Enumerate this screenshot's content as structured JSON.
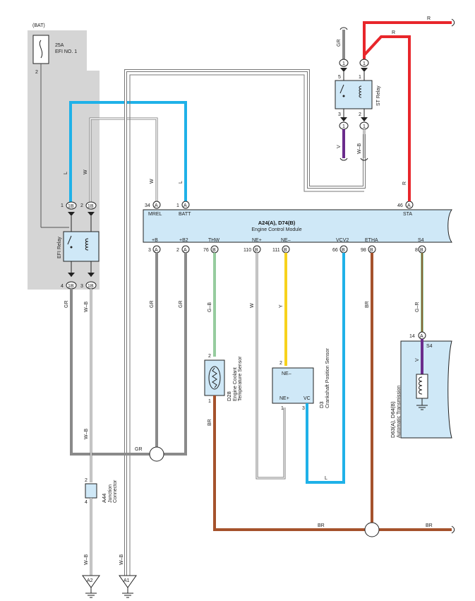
{
  "fuse": {
    "bat": "(BAT)",
    "amp": "25A",
    "name": "EFI NO. 1",
    "pin": "2"
  },
  "ecm": {
    "ref": "A24(A), D74(B)",
    "name": "Engine Control Module"
  },
  "ecm_top": [
    {
      "num": "34",
      "code": "A",
      "name": "MREL"
    },
    {
      "num": "1",
      "code": "A",
      "name": "BATT"
    },
    {
      "num": "46",
      "code": "A",
      "name": "STA"
    }
  ],
  "ecm_bottom": [
    {
      "num": "3",
      "code": "A",
      "name": "+B"
    },
    {
      "num": "2",
      "code": "A",
      "name": "+B2"
    },
    {
      "num": "76",
      "code": "B",
      "name": "THW"
    },
    {
      "num": "110",
      "code": "B",
      "name": "NE+"
    },
    {
      "num": "111",
      "code": "B",
      "name": "NE–"
    },
    {
      "num": "66",
      "code": "B",
      "name": "VCV2"
    },
    {
      "num": "98",
      "code": "B",
      "name": "ETHA"
    },
    {
      "num": "8",
      "code": "B",
      "name": "S4"
    }
  ],
  "efi_relay": {
    "name": "EFI Relay",
    "pins": [
      {
        "num": "1",
        "code": "1B"
      },
      {
        "num": "2",
        "code": "1B"
      },
      {
        "num": "4",
        "code": "1B"
      },
      {
        "num": "3",
        "code": "1B"
      }
    ]
  },
  "st_relay": {
    "name": "ST Relay",
    "pins": [
      {
        "num": "5",
        "code": "1"
      },
      {
        "num": "1",
        "code": "1"
      },
      {
        "num": "3",
        "code": "1"
      },
      {
        "num": "2",
        "code": "1"
      }
    ]
  },
  "coolant": {
    "ref": "D28",
    "line1": "Engine Coolant",
    "line2": "Temperature Sensor",
    "pin_top": "2",
    "pin_bottom": "1"
  },
  "crank": {
    "ref": "D3",
    "name": "Crankshaft Position Sensor",
    "ne_minus": "NE–",
    "ne_plus": "NE+",
    "vc": "VC",
    "pin2": "2",
    "pin1": "1",
    "pin3": "3"
  },
  "trans": {
    "ref": "D63(A), D64(B)",
    "name": "Automatic Transmission",
    "pin_num": "14",
    "pin_code": "A",
    "s4": "S4"
  },
  "junction": {
    "ref": "A44",
    "line1": "Junction",
    "line2": "Connector",
    "pin_top": "2",
    "pin_bottom": "4"
  },
  "grounds": [
    {
      "name": "A2"
    },
    {
      "name": "A1"
    }
  ],
  "wires": {
    "gr": "GR",
    "r": "R",
    "l": "L",
    "w": "W",
    "wb": "W–B",
    "v": "V",
    "gb": "G–B",
    "y": "Y",
    "br": "BR",
    "gr2": "G–R"
  },
  "colors": {
    "red": "#e8262b",
    "blue": "#1fb1e8",
    "yellow": "#f7d21c",
    "brown": "#a5522c",
    "gray": "#8a8a8a",
    "purple": "#6b2c8c",
    "green": "#2e9a3e",
    "panel": "#cfe8f7",
    "shade": "#d5d5d5"
  }
}
